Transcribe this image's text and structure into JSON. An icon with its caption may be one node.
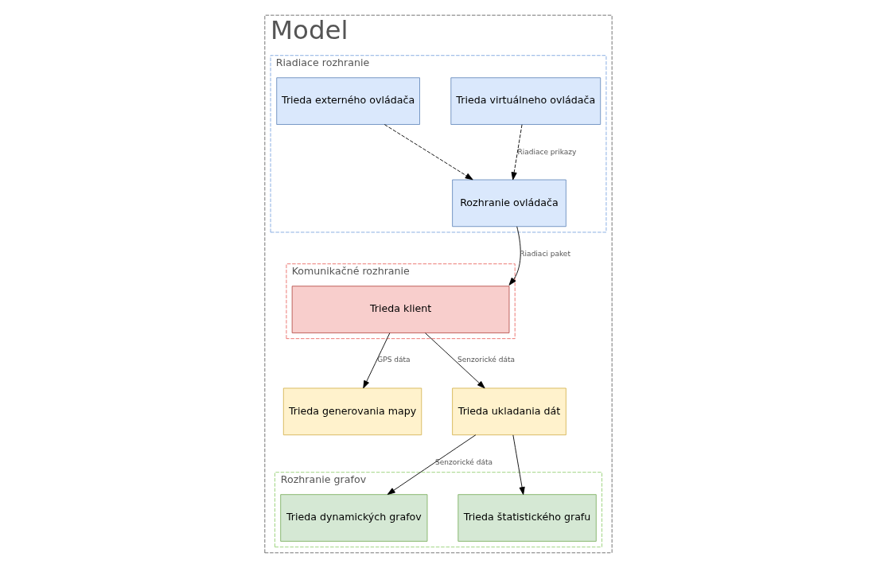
{
  "diagram": {
    "nodes": [
      {
        "text": [
          "Model"
        ]
      },
      {
        "text": [
          "Komunikačné rozhranie"
        ],
        "in": 0
      },
      {
        "text": [
          "Trieda klient"
        ],
        "in": 1
      },
      {
        "text": [
          "Trieda generovania mapy"
        ],
        "in": 0
      },
      {
        "text": [
          "Trieda ukladania dát"
        ],
        "in": 0
      },
      {
        "text": [
          "Riadiace rozhranie"
        ],
        "in": 0
      },
      {
        "text": [
          "Rozhranie ovládača"
        ],
        "in": 5
      },
      {
        "text": [
          "Trieda virtuálneho ovládača"
        ],
        "in": 5
      },
      {
        "text": [
          "Trieda externého ovládača"
        ],
        "in": 5
      },
      {
        "text": [
          "Rozhranie grafov"
        ],
        "in": 0
      },
      {
        "text": [
          "Trieda dynamických grafov"
        ],
        "in": 9
      },
      {
        "text": [
          "Trieda štatistického grafu"
        ],
        "in": 9
      }
    ],
    "edges": [
      {
        "from": 2,
        "to": 3,
        "arrow": "to",
        "label": "GPS dáta"
      },
      {
        "from": 2,
        "to": 4,
        "arrow": "to",
        "label": "Senzorické dáta"
      },
      {
        "from": 6,
        "to": 2,
        "arrow": "to",
        "label": "Riadiaci paket"
      },
      {
        "from": 7,
        "to": 6,
        "arrow": "to",
        "style": "dashed",
        "label": "Riadiace prikazy"
      },
      {
        "from": 8,
        "to": 6,
        "arrow": "to",
        "style": "dashed"
      },
      {
        "from": 4,
        "to": 10,
        "arrow": "to",
        "label": "Senzorické dáta"
      },
      {
        "from": 4,
        "to": 11,
        "arrow": "to"
      }
    ]
  }
}
